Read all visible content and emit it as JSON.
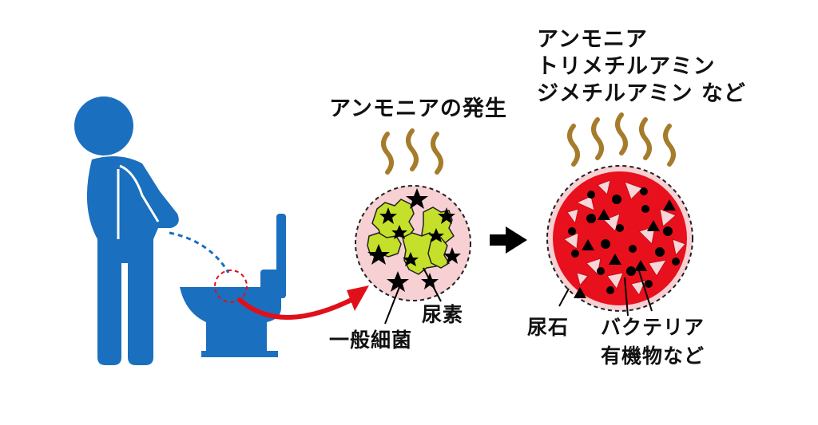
{
  "labels": {
    "ammonia_generation": "アンモニアの発生",
    "odor_line1": "アンモニア",
    "odor_line2": "トリメチルアミン",
    "odor_line3": "ジメチルアミン など",
    "urea": "尿素",
    "general_bacteria": "一般細菌",
    "urinary_stone": "尿石",
    "bacteria": "バクテリア",
    "organic_matter": "有機物など"
  },
  "colors": {
    "person": "#1b6fbf",
    "toilet": "#1b6fbf",
    "odor_wave": "#a57c2c",
    "arrow_red": "#e0101a",
    "circle_bg": "#f6d0d3",
    "urea_green": "#c5e02a",
    "stone_red": "#e8101c",
    "black": "#000000"
  },
  "icons": {
    "person": "standing-person-icon",
    "toilet": "toilet-icon",
    "odor": "odor-wave-icon",
    "arrow": "right-arrow-icon"
  }
}
